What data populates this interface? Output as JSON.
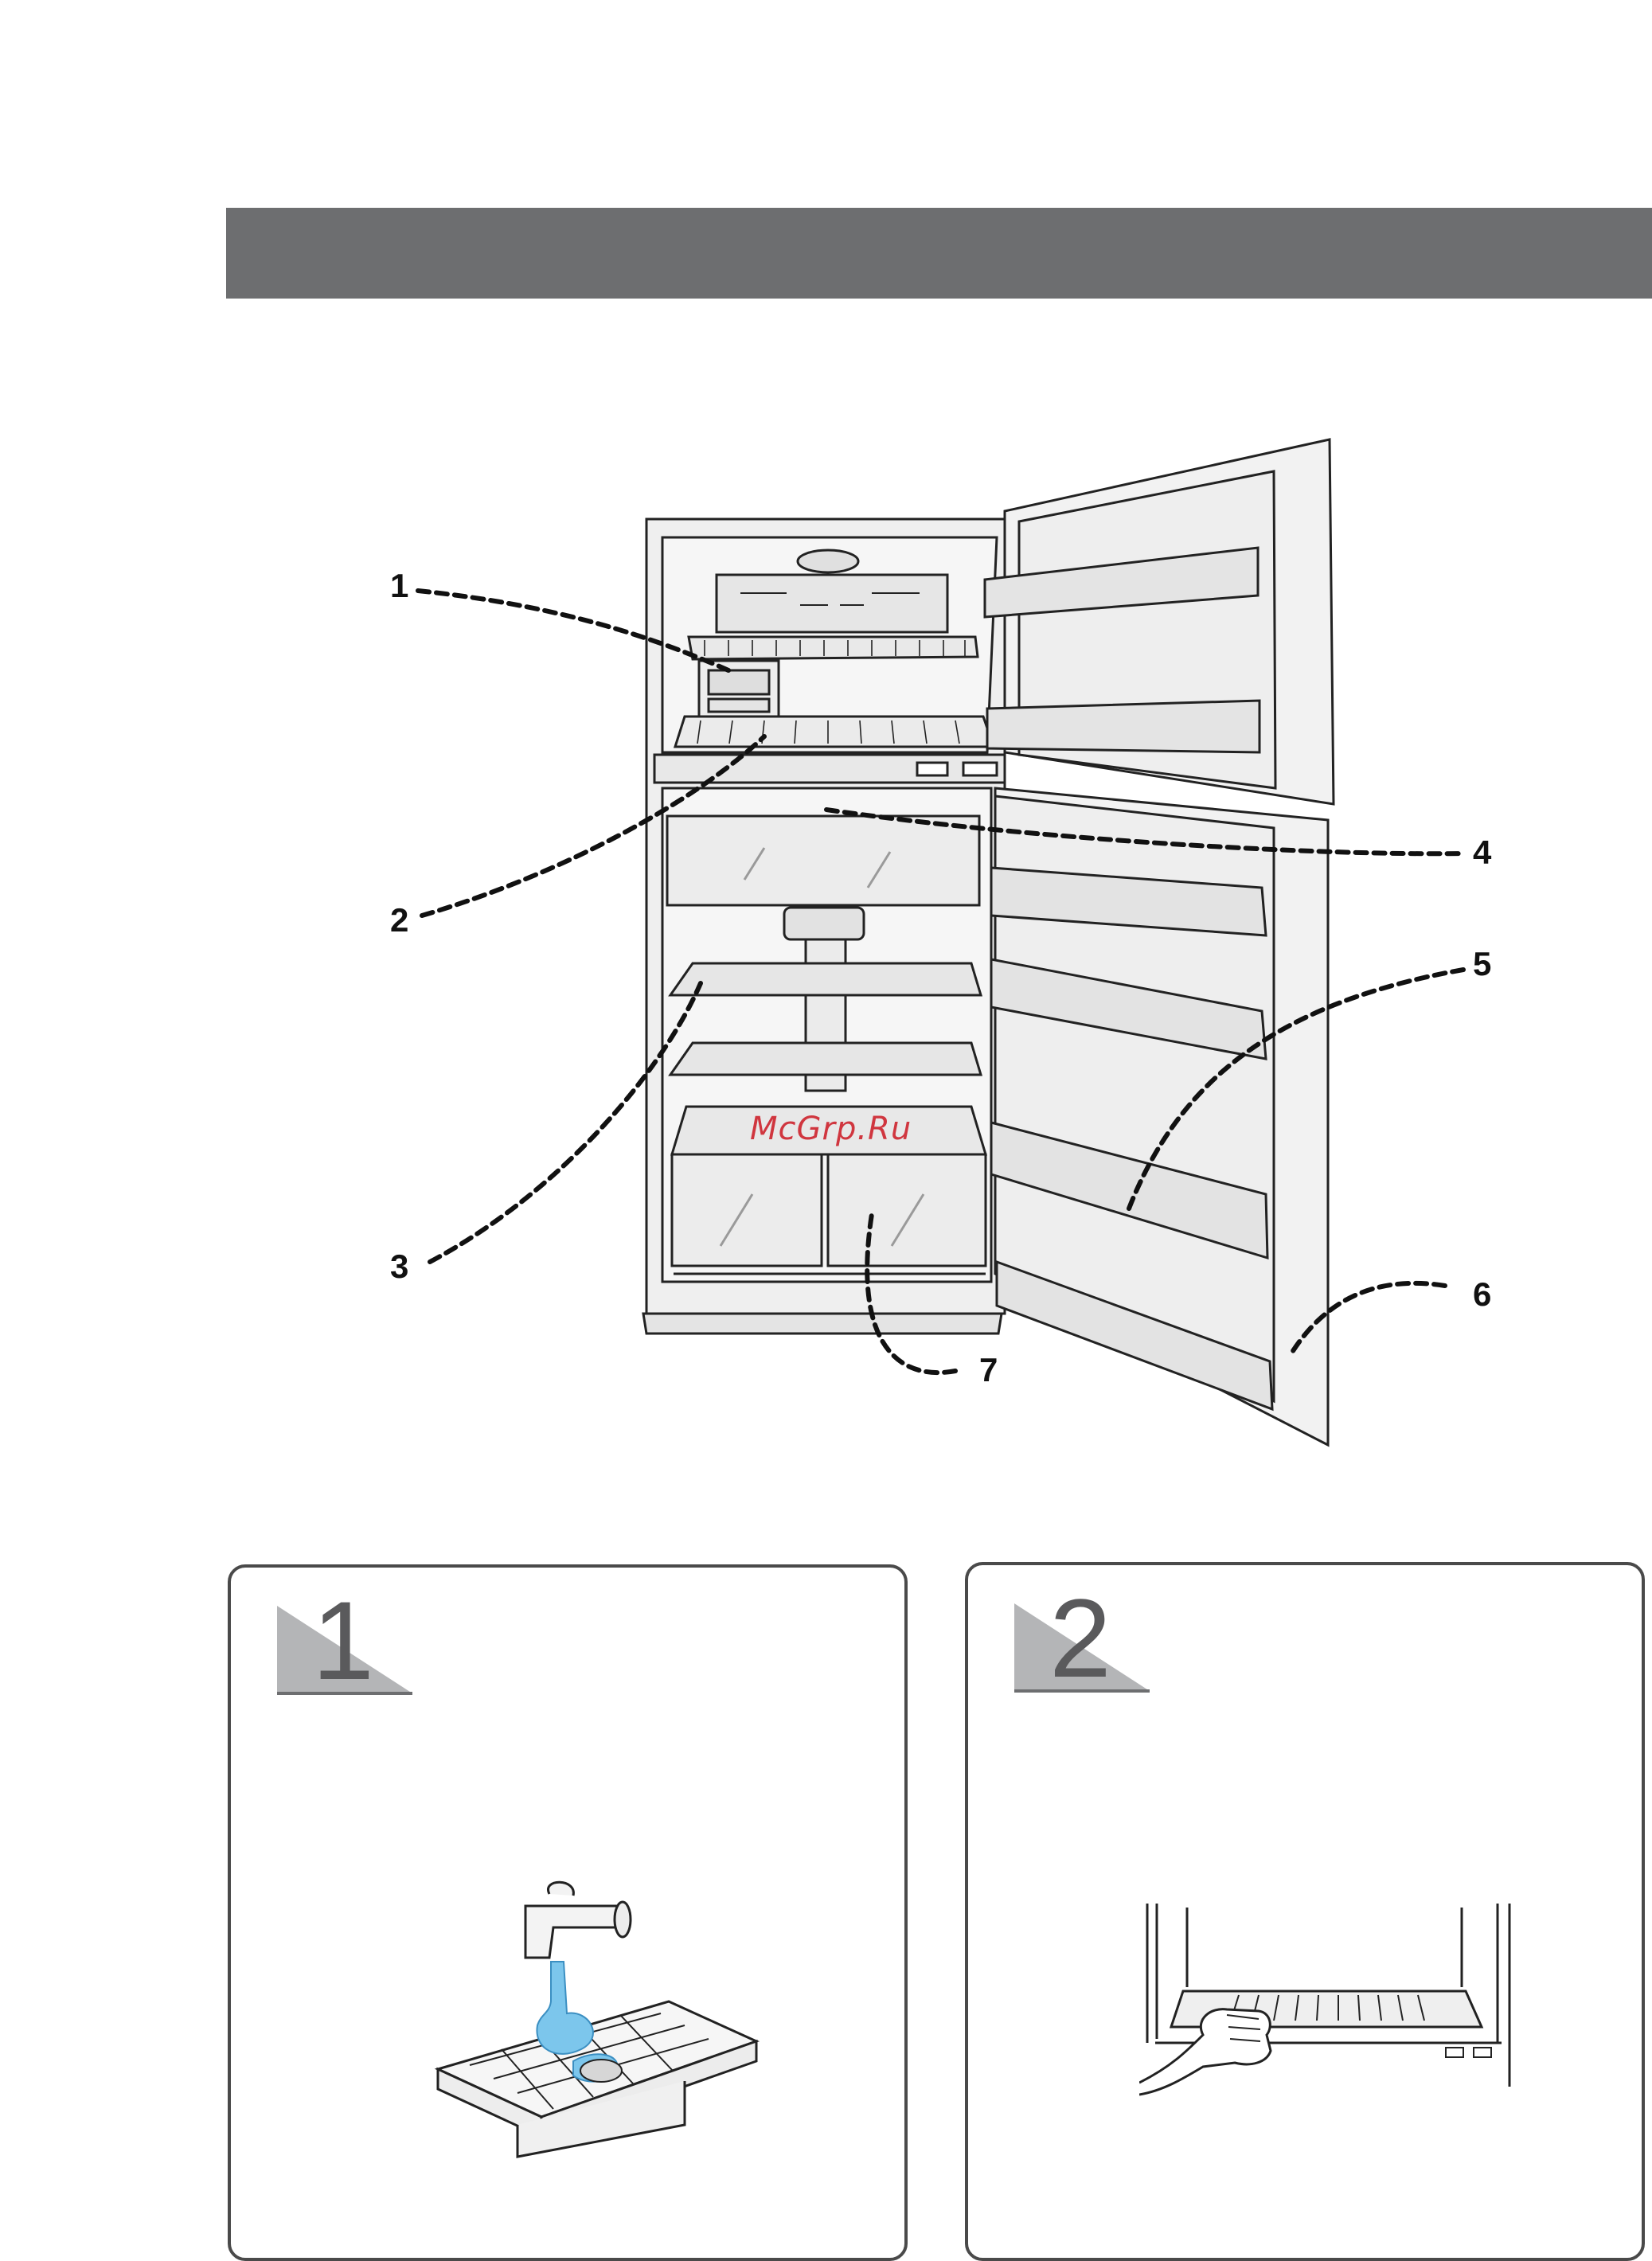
{
  "header": {
    "title": ""
  },
  "figure": {
    "callouts": [
      {
        "id": 1,
        "label": "1"
      },
      {
        "id": 2,
        "label": "2"
      },
      {
        "id": 3,
        "label": "3"
      },
      {
        "id": 4,
        "label": "4"
      },
      {
        "id": 5,
        "label": "5"
      },
      {
        "id": 6,
        "label": "6"
      },
      {
        "id": 7,
        "label": "7"
      }
    ],
    "watermark": "McGrp.Ru",
    "colors": {
      "header": "#6d6e70",
      "line": "#222222",
      "fill": "#f1f1f1",
      "water": "#7cc6ec",
      "watermark": "#d0363f"
    }
  },
  "panels": [
    {
      "step": "1",
      "illustration": "ice-tray-under-faucet"
    },
    {
      "step": "2",
      "illustration": "hand-removing-freezer-shelf"
    }
  ]
}
